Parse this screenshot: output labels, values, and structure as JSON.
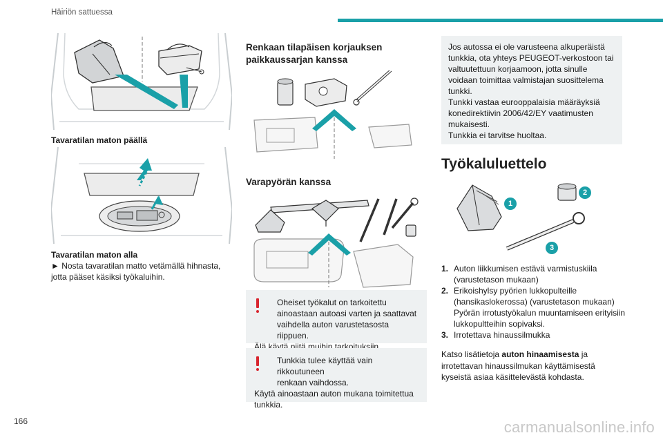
{
  "header": {
    "section_title": "Häiriön sattuessa"
  },
  "page": {
    "number": "166"
  },
  "watermark": "carmanualsonline.info",
  "left_column": {
    "caption_1": "Tavaratilan maton päällä",
    "caption_2_title": "Tavaratilan maton alla",
    "caption_2_body": "► Nosta tavaratilan matto vetämällä hihnasta, jotta pääset käsiksi työkaluihin."
  },
  "middle_column": {
    "heading_repair_kit": "Renkaan tilapäisen korjauksen paikkaussarjan kanssa",
    "heading_spare": "Varapyörän kanssa",
    "warning_1": {
      "first": "Oheiset työkalut on tarkoitettu",
      "rest": "ainoastaan autoasi varten ja saattavat vaihdella auton varustetasosta riippuen.",
      "line2": "Älä käytä niitä muihin tarkoituksiin."
    },
    "warning_2": {
      "first": "Tunkkia tulee käyttää vain rikkoutuneen",
      "rest": "renkaan vaihdossa.",
      "line2": "Käytä ainoastaan auton mukana toimitettua tunkkia."
    }
  },
  "right_column": {
    "info_box": {
      "p1": "Jos autossa ei ole varusteena alkuperäistä tunkkia, ota yhteys PEUGEOT-verkostoon tai valtuutettuun korjaamoon, jotta sinulle voidaan toimittaa valmistajan suosittelema tunkki.",
      "p2": "Tunkki vastaa eurooppalaisia määräyksiä konedirektiivin 2006/42/EY vaatimusten mukaisesti.",
      "p3": "Tunkkia ei tarvitse huoltaa."
    },
    "big_heading": "Työkaluluettelo",
    "callouts": [
      "1",
      "2",
      "3"
    ],
    "list": [
      {
        "num": "1.",
        "text": "Auton liikkumisen estävä varmistuskiila (varustetason mukaan)"
      },
      {
        "num": "2.",
        "text": "Erikoishylsy pyörien lukkopulteille (hansikaslokerossa) (varustetason mukaan) Pyörän irrotustyökalun muuntamiseen erityisiin lukkopultteihin sopivaksi."
      },
      {
        "num": "3.",
        "text": "Irrotettava hinaussilmukka"
      }
    ],
    "see_more": {
      "before": "Katso lisätietoja ",
      "bold": "auton hinaamisesta",
      "after": " ja irrotettavan hinaussilmukan käyttämisestä kyseistä asiaa käsittelevästä kohdasta."
    }
  },
  "colors": {
    "accent": "#1aa0a8",
    "warning": "#d8262f",
    "box_bg": "#eef1f2"
  }
}
